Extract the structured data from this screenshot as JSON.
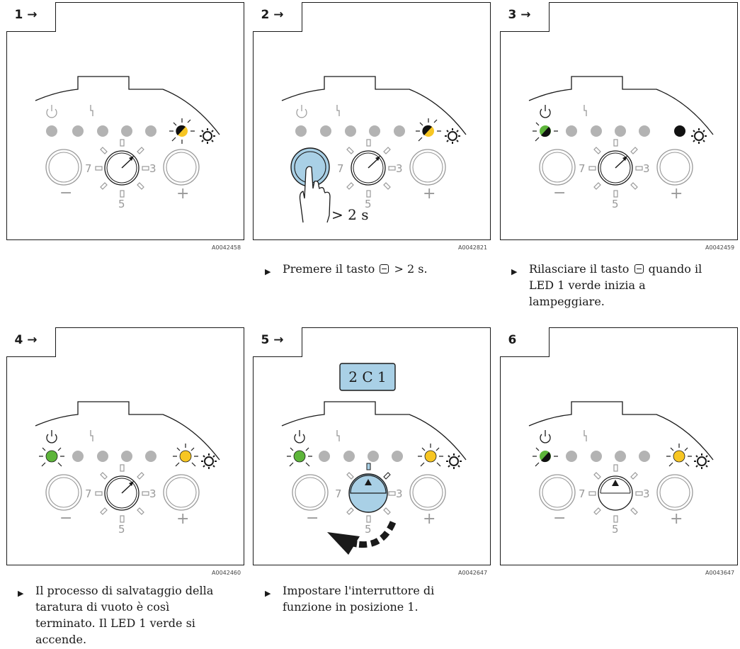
{
  "panels": [
    {
      "label": "1 →",
      "code": "A0042458"
    },
    {
      "label": "2 →",
      "code": "A0042821",
      "press_label": "> 2 s"
    },
    {
      "label": "3 →",
      "code": "A0042459"
    },
    {
      "label": "4 →",
      "code": "A0042460"
    },
    {
      "label": "5 →",
      "code": "A0042647",
      "sequence_label": "2 C 1"
    },
    {
      "label": "6",
      "code": "A0043647"
    }
  ],
  "dial_numbers": {
    "left": "7",
    "right": "3",
    "bottom": "5"
  },
  "button_signs": {
    "minus": "−",
    "plus": "+"
  },
  "captions": {
    "p2": {
      "before": "Premere il tasto",
      "after": "> 2 s."
    },
    "p3": {
      "before": "Rilasciare il tasto",
      "line1_after": "quando il",
      "line2": "LED 1 verde inizia a",
      "line3": "lampeggiare."
    },
    "p4": {
      "lines": [
        "Il processo di salvataggio della",
        "taratura di vuoto è così",
        "terminato. Il LED 1 verde si",
        "accende."
      ]
    },
    "p5": {
      "lines": [
        "Impostare l'interruttore di",
        "funzione in posizione 1."
      ]
    }
  },
  "colors": {
    "green": "#5db53a",
    "yellow": "#f7c623",
    "grey": "#b3b3b3",
    "blue": "#a9d0e6",
    "black": "#111111"
  }
}
